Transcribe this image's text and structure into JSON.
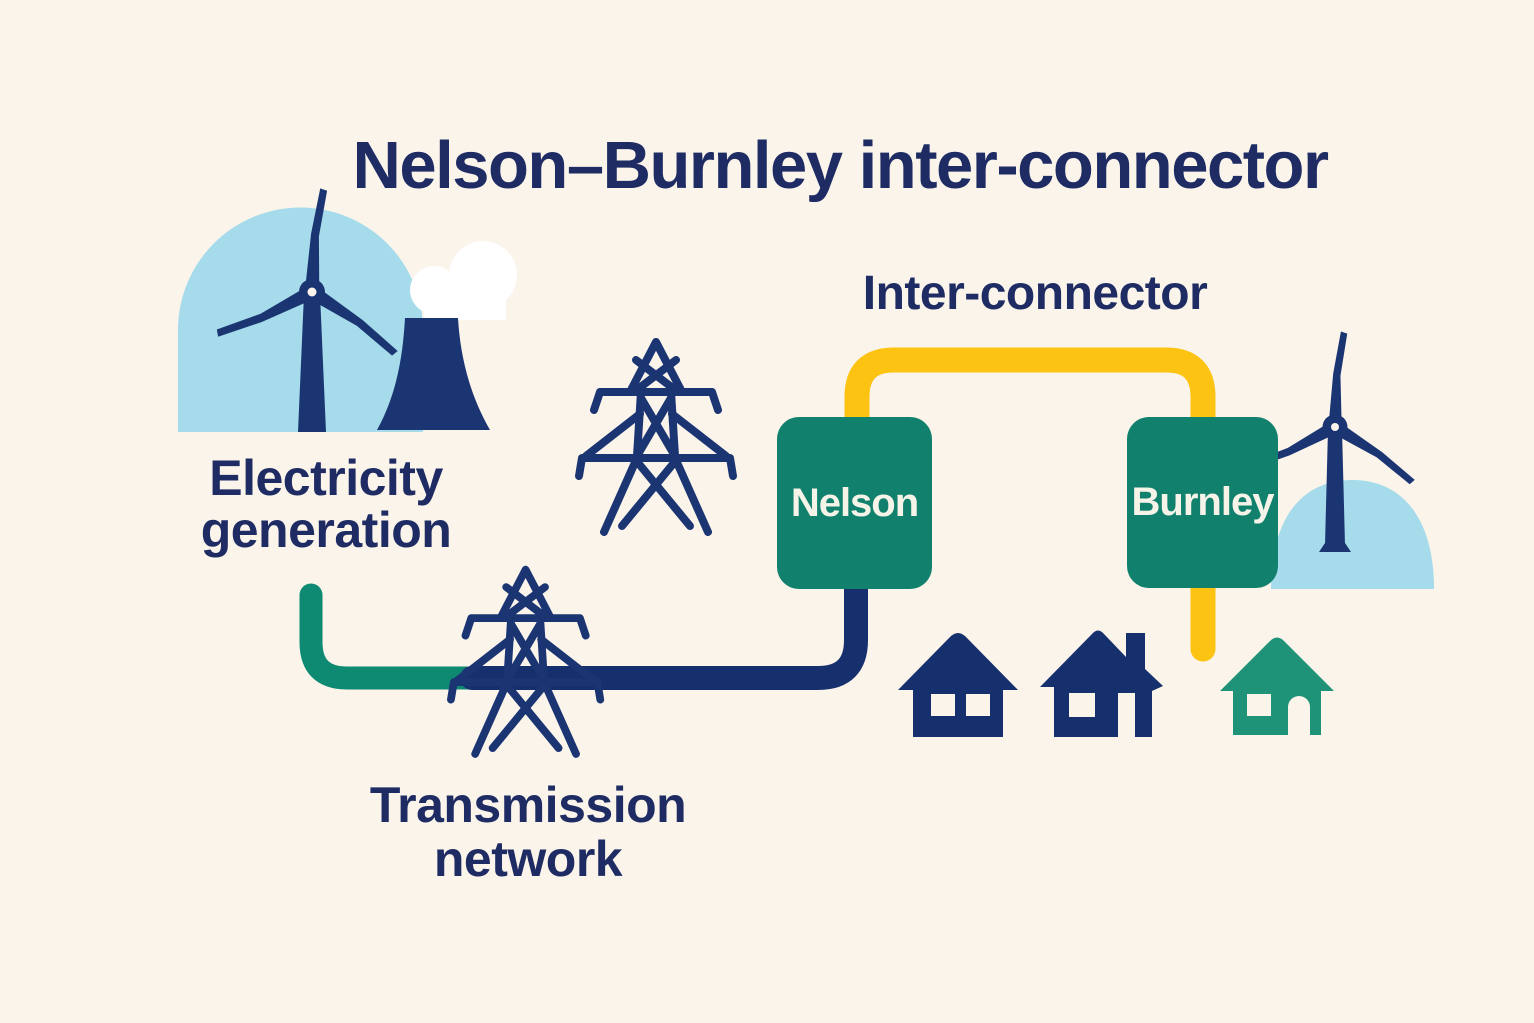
{
  "title": "Nelson–Burnley inter-connector",
  "labels": {
    "generation": "Electricity generation",
    "transmission": "Transmission network",
    "interconnector": "Inter-connector"
  },
  "stations": {
    "left": "Nelson",
    "right": "Burnley"
  },
  "icons": {
    "left_scene": [
      "sky-dome",
      "wind-turbine-icon",
      "steam-cloud-icon",
      "cooling-tower-icon"
    ],
    "middle": [
      "transmission-pylon-icon",
      "transmission-pylon-icon"
    ],
    "houses": [
      "house-icon",
      "house-with-chimney-icon",
      "green-house-icon"
    ],
    "right_scene": [
      "wind-turbine-icon",
      "sky-dome"
    ]
  },
  "colors": {
    "background": "#FAF4EB",
    "text_navy": "#1E2C63",
    "icon_navy": "#1B3573",
    "line_navy": "#16306E",
    "station_green": "#11816D",
    "line_green": "#0E8A72",
    "house_green": "#1E9377",
    "interconnector_yellow": "#FDC313",
    "sky_blue": "#A5DBEA",
    "cloud_white": "#FFFFFF",
    "station_text": "#F6F3E9"
  }
}
